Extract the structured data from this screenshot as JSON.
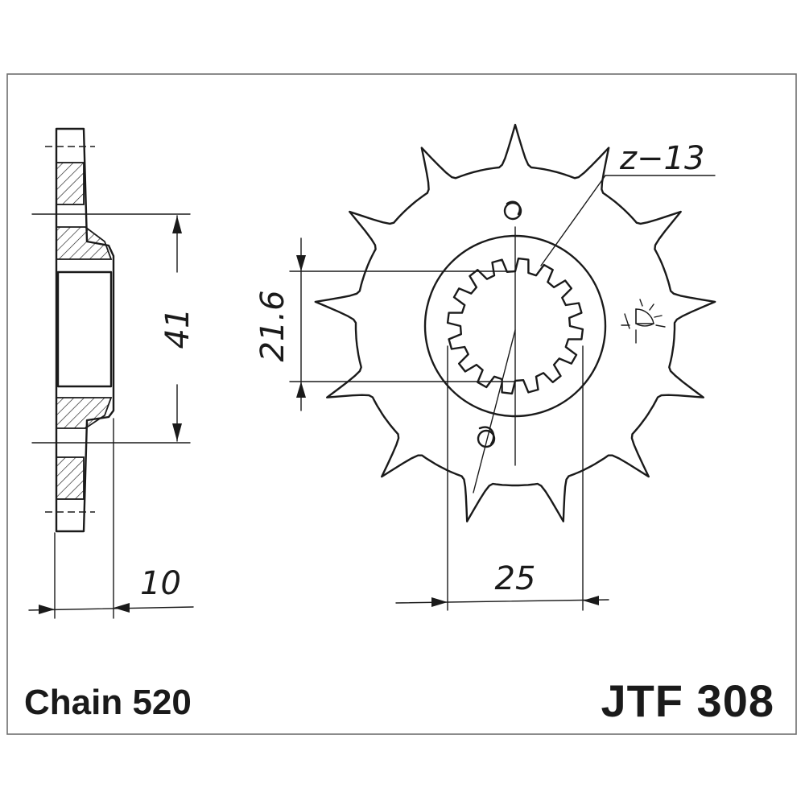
{
  "diagram": {
    "part_number": "JTF 308",
    "chain_label": "Chain 520",
    "teeth_count": 13,
    "teeth_label": "z−13",
    "dimensions": {
      "hub_height": "41",
      "spline_diameter": "21.6",
      "hub_width": "25",
      "thickness": "10"
    },
    "icons": [
      "sun-icon"
    ]
  }
}
